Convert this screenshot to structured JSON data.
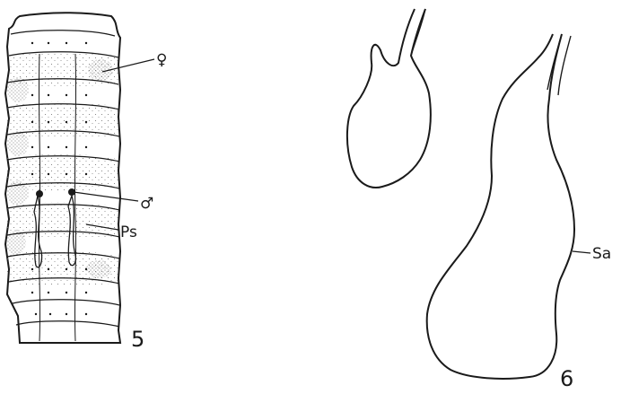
{
  "figure_5": {
    "number": "5",
    "labels": {
      "female_pore": "♀",
      "male_pore": "♂",
      "prostatic": "Ps"
    }
  },
  "figure_6": {
    "number": "6",
    "labels": {
      "spermathecal_ampulla": "Sa"
    }
  },
  "colors": {
    "ink": "#1a1a1a",
    "paper": "#ffffff",
    "stipple": "#6a6a6a"
  }
}
